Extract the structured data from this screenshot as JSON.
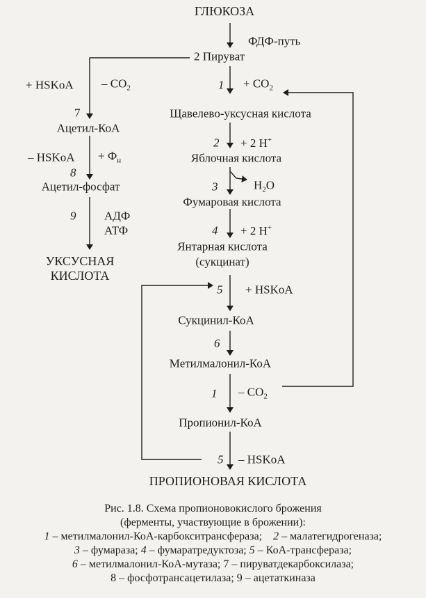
{
  "diagram": {
    "nodes": {
      "glucose": "ГЛЮКОЗА",
      "pyruvate": "2 Пируват",
      "oxaloacetate": "Щавелево-уксусная  кислота",
      "acetyl_coa": "Ацетил-КоА",
      "malate": "Яблочная кислота",
      "acetyl_phosphate": "Ацетил-фосфат",
      "fumarate": "Фумаровая  кислота",
      "succinate": "Янтарная кислота",
      "succinate_alt": "(сукцинат)",
      "acetic_acid_1": "УКСУСНАЯ",
      "acetic_acid_2": "КИСЛОТА",
      "succinyl_coa": "Сукцинил-КоА",
      "methylmalonyl_coa": "Метилмалонил-КоА",
      "propionyl_coa": "Пропионил-КоА",
      "propionic_acid": "ПРОПИОНОВАЯ КИСЛОТА"
    },
    "labels": {
      "fdf": "ФДФ-путь",
      "plus_hskoa_left": "+ HSKoA",
      "minus_co2_left": "– CO",
      "plus_co2": "+ CO",
      "co2_sub": "2",
      "minus_hskoa_left": "– HSKoA",
      "plus_fn": "+ Ф",
      "fn_sub": "н",
      "plus_2h_a": "+ 2 H",
      "plus_2h_b": "+ 2 H",
      "h_sup": "+",
      "h2o_h": "H",
      "h2o_o": "O",
      "adf": "АДФ",
      "atf": "АТФ",
      "plus_hskoa_right": "+ HSKoA",
      "minus_co2_right": "– CO",
      "minus_hskoa_right": "– HSKoA"
    },
    "enzyme_numbers": {
      "e1a": "1",
      "e2": "2",
      "e3": "3",
      "e4": "4",
      "e5a": "5",
      "e6": "6",
      "e1b": "1",
      "e5b": "5",
      "e7": "7",
      "e8": "8",
      "e9": "9"
    }
  },
  "caption": {
    "line1": "Рис. 1.8. Схема пропионовокислого брожения",
    "line2": "(ферменты, участвующие в брожении):",
    "line3_n1": "1",
    "line3_t1": " – метилмалонил-КоА-карбокситрансфераза;    ",
    "line3_n2": "2",
    "line3_t2": " – малатегидрогеназа;",
    "line4_n3": "3",
    "line4_t3": " – фумараза; ",
    "line4_n4": "4",
    "line4_t4": " – фумаратредуктоза; ",
    "line4_n5": "5",
    "line4_t5": " – КоА-трансфераза;",
    "line5_n6": "6",
    "line5_t6": " – метилмалонил-КоА-мутаза; 7 – пируватдекарбоксилаза;",
    "line6": "8 – фосфотрансацетилаза; 9 – ацетаткиназа"
  }
}
